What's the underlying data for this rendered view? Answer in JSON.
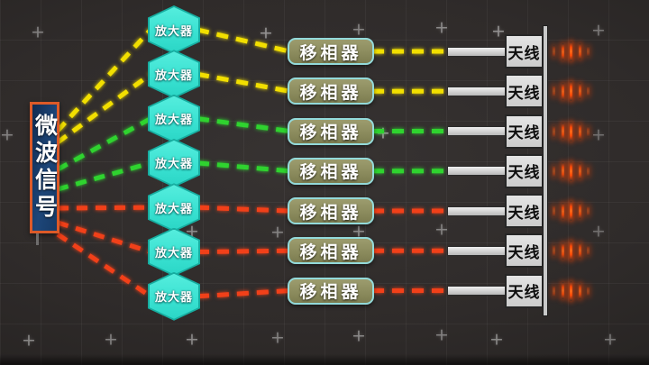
{
  "source": {
    "label": "微波信号"
  },
  "components": {
    "amplifier_label": "放大器",
    "phase_shifter_label": "移相器",
    "antenna_label": "天线"
  },
  "channels": [
    {
      "signal_color": "#f2df00"
    },
    {
      "signal_color": "#f2df00"
    },
    {
      "signal_color": "#2fd32f"
    },
    {
      "signal_color": "#2fd32f"
    },
    {
      "signal_color": "#f14019"
    },
    {
      "signal_color": "#f14019"
    },
    {
      "signal_color": "#f14019"
    }
  ],
  "palette": {
    "background": "#2e2a29",
    "source_fill": "#1b4272",
    "source_border": "#dc5a28",
    "amplifier_fill": "#3fe7d8",
    "amplifier_edge": "#17ada0",
    "phase_shifter_fill": "#8a8a5c",
    "phase_shifter_border": "#93dada",
    "antenna_fill": "#d9d9d9",
    "feed_fill": "#cfcfcf",
    "backplane_fill": "#c9c9c9",
    "emission_color": "#ff4a08"
  },
  "background_marker": "+"
}
